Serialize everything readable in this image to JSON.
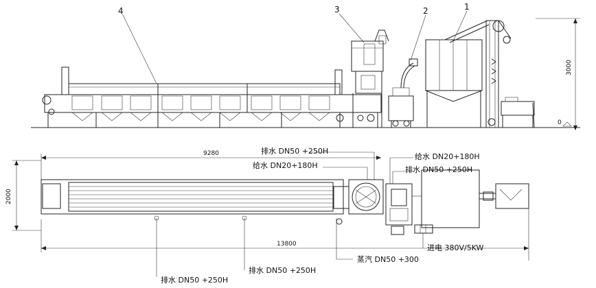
{
  "part_numbers": [
    "1",
    "2",
    "3",
    "4"
  ],
  "elevation": {
    "height_dim": "3000",
    "zero": "0"
  },
  "plan": {
    "length_top": "9280",
    "length_total": "13800",
    "width": "2000"
  },
  "callouts": {
    "drain_top": "排水 DN50 +250H",
    "water_top": "给水 DN20+180H",
    "water_right": "给水 DN20+180H",
    "drain_right": "排水 DN50 +250H",
    "power": "进电 380V/5KW",
    "steam": "蒸汽 DN50 +300",
    "drain_mid": "排水 DN50 +250H",
    "drain_bottom": "排水 DN50 +250H"
  }
}
